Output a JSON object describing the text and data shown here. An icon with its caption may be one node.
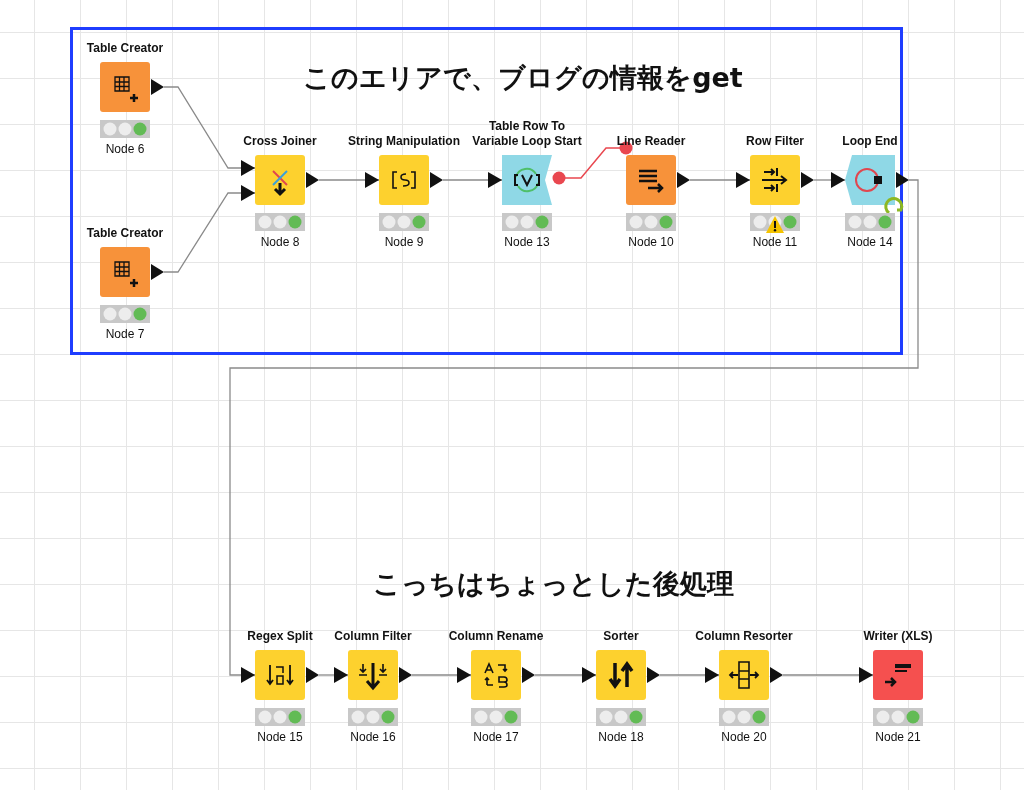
{
  "diagram": {
    "nodes": [
      {
        "text": [
          "このエリアで、ブログの情報をget"
        ]
      },
      {
        "text": [
          "Table Creator"
        ],
        "beside": [
          "Node 6"
        ],
        "in": 0
      },
      {
        "text": [
          "Table Creator"
        ],
        "beside": [
          "Node 7"
        ],
        "in": 0
      },
      {
        "text": [
          "Cross Joiner"
        ],
        "beside": [
          "Node 8"
        ],
        "in": 0
      },
      {
        "text": [
          "String Manipulation"
        ],
        "beside": [
          "Node 9"
        ],
        "in": 0
      },
      {
        "text": [
          "Table Row To Variable Loop Start"
        ],
        "beside": [
          "Node 13"
        ],
        "in": 0
      },
      {
        "text": [
          "Line Reader"
        ],
        "beside": [
          "Node 10"
        ],
        "in": 0
      },
      {
        "text": [
          "Row Filter"
        ],
        "beside": [
          "Node 11"
        ],
        "in": 0
      },
      {
        "text": [
          "Loop End"
        ],
        "beside": [
          "Node 14"
        ],
        "in": 0
      },
      {
        "text": [
          "Regex Split"
        ],
        "beside": [
          "Node 15"
        ]
      },
      {
        "text": [
          "Column Filter"
        ],
        "beside": [
          "Node 16"
        ]
      },
      {
        "text": [
          "Column Rename"
        ],
        "beside": [
          "Node 17"
        ]
      },
      {
        "text": [
          "Sorter"
        ],
        "beside": [
          "Node 18"
        ]
      },
      {
        "text": [
          "Column Resorter"
        ],
        "beside": [
          "Node 20"
        ]
      },
      {
        "text": [
          "Writer (XLS)"
        ],
        "beside": [
          "Node 21"
        ]
      }
    ],
    "edges": [
      {
        "from": 1,
        "to": 3,
        "arrow": "to"
      },
      {
        "from": 2,
        "to": 3,
        "arrow": "to"
      },
      {
        "from": 3,
        "to": 4,
        "arrow": "to"
      },
      {
        "from": 4,
        "to": 5,
        "arrow": "to"
      },
      {
        "from": 5,
        "to": 6,
        "arrow": "other",
        "color": "#e9474f"
      },
      {
        "from": 6,
        "to": 7,
        "arrow": "to"
      },
      {
        "from": 7,
        "to": 8,
        "arrow": "to"
      },
      {
        "from": 8,
        "to": 9,
        "arrow": "to"
      },
      {
        "from": 9,
        "to": 10,
        "arrow": "to"
      },
      {
        "from": 10,
        "to": 11,
        "arrow": "to"
      },
      {
        "from": 11,
        "to": 12,
        "arrow": "to"
      },
      {
        "from": 12,
        "to": 13,
        "arrow": "to"
      },
      {
        "from": 13,
        "to": 14,
        "arrow": "to"
      }
    ],
    "labels": [
      "こっちはちょっとした後処理"
    ]
  }
}
